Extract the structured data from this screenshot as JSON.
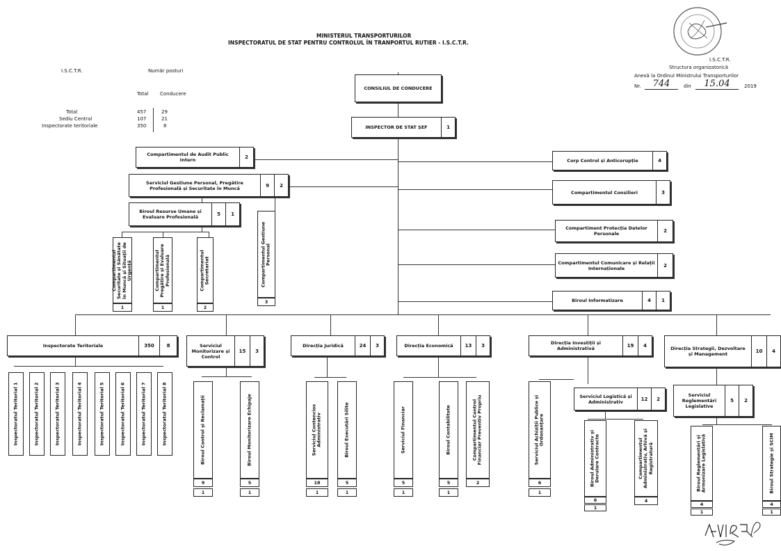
{
  "header": {
    "line1": "MINISTERUL TRANSPORTURILOR",
    "line2": "INSPECTORATUL DE STAT PENTRU CONTROLUL ÎN TRANPORTUL RUTIER - I.S.C.T.R."
  },
  "right_header": {
    "org": "I.S.C.T.R.",
    "structure": "Structura organizatorică",
    "annex": "Anexă la Ordinul Ministrului Transporturilor",
    "nr_label": "Nr.",
    "nr_value": "744",
    "din_label": "din",
    "date_value": "15.04",
    "year": "2019"
  },
  "stats": {
    "org": "I.S.C.T.R.",
    "title": "Număr posturi",
    "col_total": "Total",
    "col_lead": "Conducere",
    "rows": [
      {
        "label": "Total",
        "total": "457",
        "lead": "29"
      },
      {
        "label": "Sediu Central",
        "total": "107",
        "lead": "21"
      },
      {
        "label": "Inspectorate teritoriale",
        "total": "350",
        "lead": "8"
      }
    ]
  },
  "top": {
    "council": "CONSILIUL DE CONDUCERE",
    "chief": "INSPECTOR DE STAT ȘEF",
    "chief_n": "1"
  },
  "left_units": {
    "audit": {
      "label": "Compartimentul de Audit Public Intern",
      "n": "2"
    },
    "gestiune": {
      "label": "Serviciul Gestiune Personal, Pregătire Profesională și Securitate în Muncă",
      "n": "9",
      "m": "2"
    },
    "birou_ru": {
      "label": "Biroul Resurse Umane și Evaluare Profesională",
      "n": "5",
      "m": "1"
    },
    "subunits": [
      {
        "label": "Compartimentul Securitate și Sănătate în Muncă și Situații de Urgență",
        "n": "1"
      },
      {
        "label": "Compartimentul Pregătire și Evaluare Profesională",
        "n": "1"
      },
      {
        "label": "Compartimentul Secretariat",
        "n": "2"
      },
      {
        "label": "Compartimentul Gestiune Personal",
        "n": "3"
      }
    ]
  },
  "right_units": [
    {
      "label": "Corp Control și Anticorupție",
      "n": "4",
      "m": ""
    },
    {
      "label": "Compartimentul Consilieri",
      "n": "3",
      "m": ""
    },
    {
      "label": "Compartiment Protecția Datelor Personale",
      "n": "2",
      "m": ""
    },
    {
      "label": "Compartimentul Comunicare și Relații Internaționale",
      "n": "2",
      "m": ""
    },
    {
      "label": "Biroul Informatizare",
      "n": "4",
      "m": "1"
    }
  ],
  "directions": [
    {
      "label": "Inspectorate Teritoriale",
      "n": "350",
      "m": "8"
    },
    {
      "label": "Serviciul Monitorizare și Control",
      "n": "15",
      "m": "3"
    },
    {
      "label": "Direcția Juridică",
      "n": "24",
      "m": "3"
    },
    {
      "label": "Direcția Economică",
      "n": "13",
      "m": "3"
    },
    {
      "label": "Direcția Investiții și Administrativă",
      "n": "19",
      "m": "4"
    },
    {
      "label": "Direcția Strategii, Dezvoltare și Management",
      "n": "10",
      "m": "4"
    }
  ],
  "inspectorates": [
    "Inspectoratul Teritorial 1",
    "Inspectoratul Teritorial 2",
    "Inspectoratul Teritorial 3",
    "Inspectoratul Teritorial 4",
    "Inspectoratul Teritorial 5",
    "Inspectoratul Teritorial 6",
    "Inspectoratul Teritorial 7",
    "Inspectoratul Teritorial 8"
  ],
  "subunits_bottom": [
    {
      "label": "Biroul Control și Reclamații",
      "n": "9",
      "m": "1"
    },
    {
      "label": "Biroul Monitorizare Echipaje",
      "n": "5",
      "m": "1"
    },
    {
      "label": "Serviciul Contencios Administrativ",
      "n": "18",
      "m": "1"
    },
    {
      "label": "Biroul Executări Silite",
      "n": "5",
      "m": "1"
    },
    {
      "label": "Serviciul Financiar",
      "n": "5",
      "m": "1"
    },
    {
      "label": "Biroul Contabilitate",
      "n": "5",
      "m": "1"
    },
    {
      "label": "Compartimentul Control Financiar Preventiv Propriu",
      "n": "2",
      "m": ""
    },
    {
      "label": "Serviciul Achiziții Publice și Ordonanțare",
      "n": "6",
      "m": "1"
    },
    {
      "label": "Biroul Administrativ și Derulare Contracte",
      "n": "6",
      "m": "1"
    },
    {
      "label": "Compartimentul Administrativ, Arhivă și Registratură",
      "n": "4",
      "m": ""
    },
    {
      "label": "Biroul Reglementări și Armonizare Legislativă",
      "n": "4",
      "m": "1"
    },
    {
      "label": "Biroul Strategie și SCIM",
      "n": "4",
      "m": "1"
    }
  ],
  "mid_services": [
    {
      "label": "Serviciul Logistică și Administrativ",
      "n": "12",
      "m": "2"
    },
    {
      "label": "Serviciul Reglementări Legislative",
      "n": "5",
      "m": "2"
    }
  ]
}
